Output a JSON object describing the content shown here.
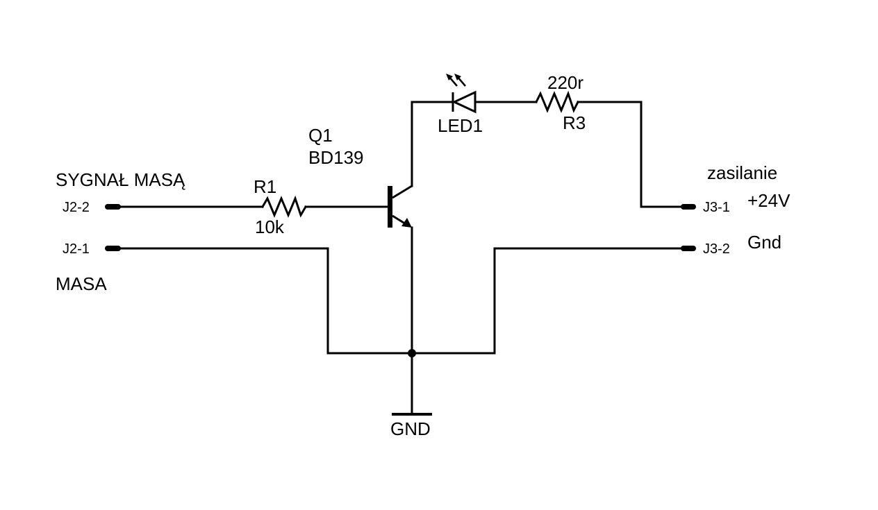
{
  "connectors": {
    "j2_2": "J2-2",
    "j2_1": "J2-1",
    "j3_1": "J3-1",
    "j3_2": "J3-2"
  },
  "net_labels": {
    "sygnal_masa": "SYGNAŁ MASĄ",
    "masa": "MASA",
    "zasilanie": "zasilanie",
    "plus24v": "+24V",
    "gnd_right": "Gnd",
    "gnd_symbol": "GND"
  },
  "components": {
    "r1": {
      "ref": "R1",
      "value": "10k"
    },
    "r3": {
      "ref": "R3",
      "value": "220r"
    },
    "q1": {
      "ref": "Q1",
      "value": "BD139"
    },
    "led1": {
      "ref": "LED1"
    }
  }
}
